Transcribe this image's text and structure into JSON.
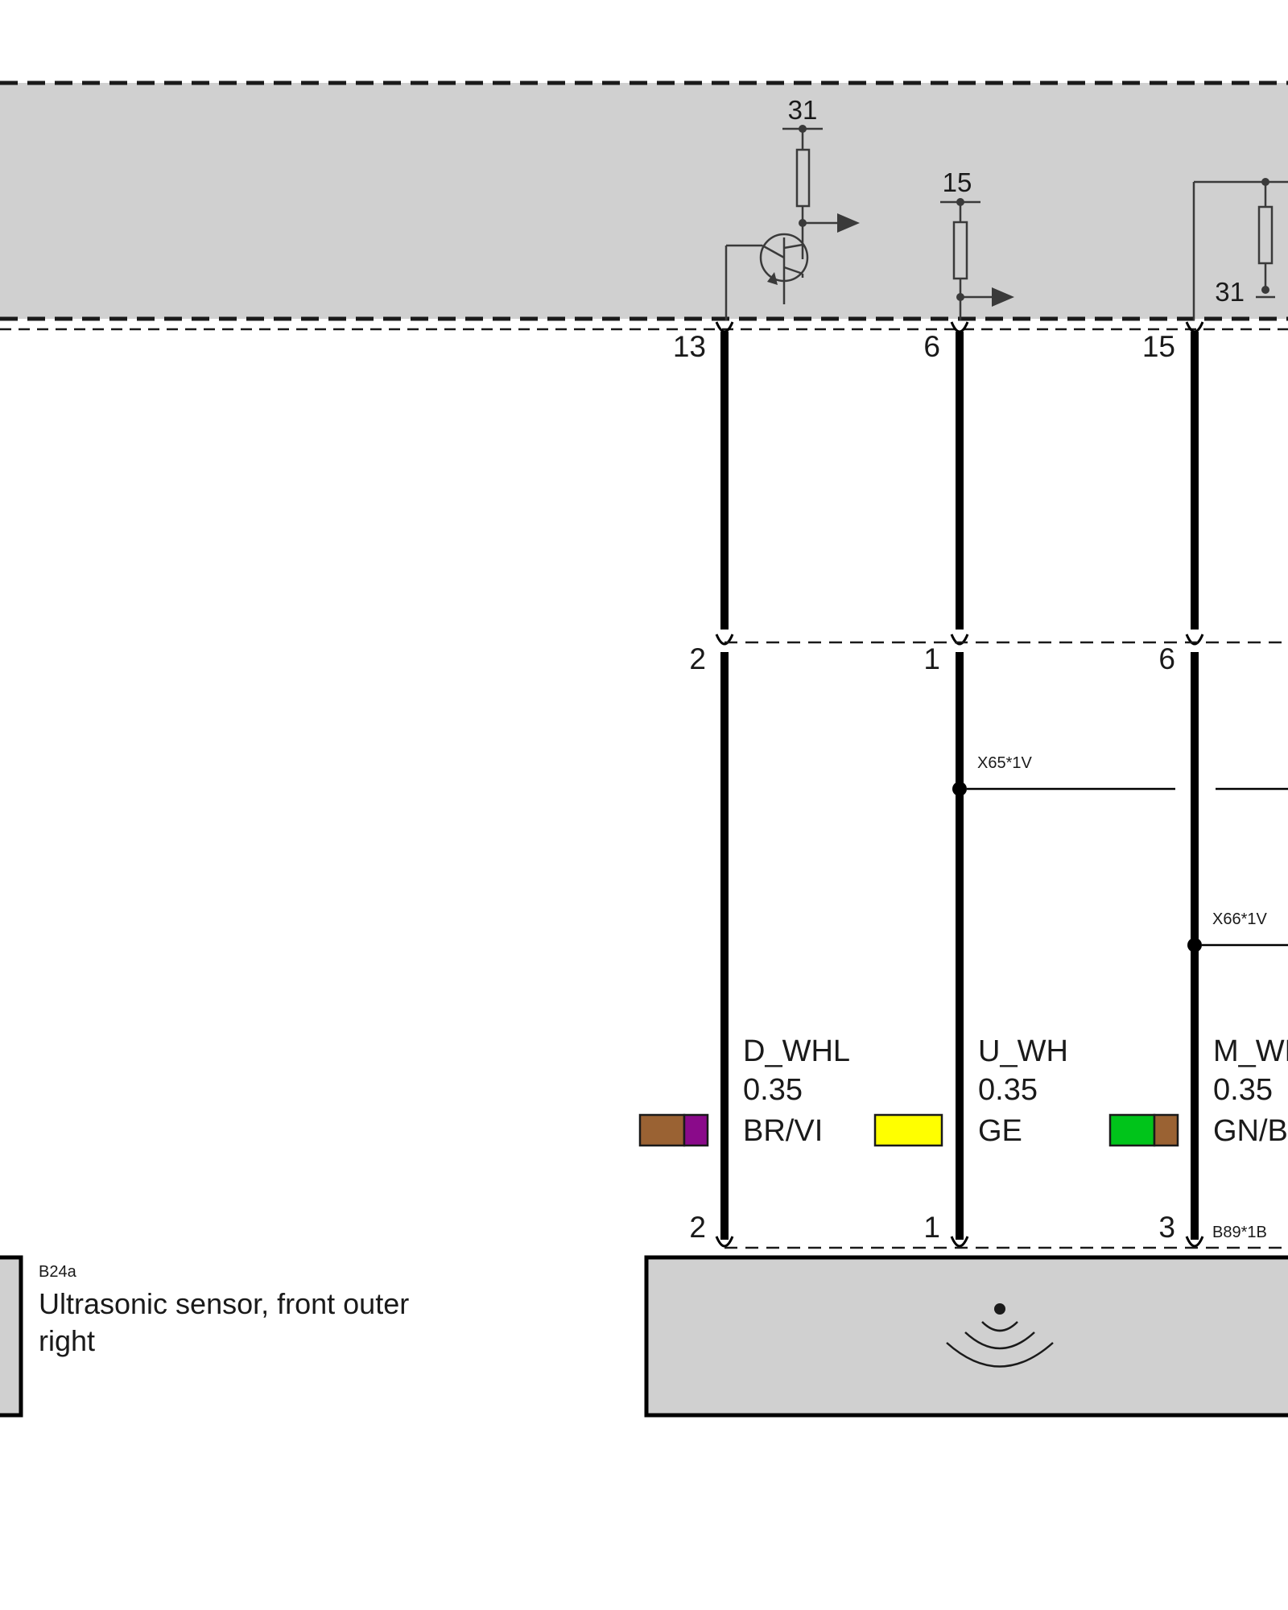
{
  "control_unit": {
    "supply_labels": {
      "transistor_ground": "31",
      "pullup_supply": "15",
      "right_top_ground": "31"
    },
    "pins": {
      "pin_a": "13",
      "pin_b": "6",
      "pin_c": "15"
    }
  },
  "connector_mid": {
    "pins": {
      "pin_a": "2",
      "pin_b": "1",
      "pin_c": "6"
    }
  },
  "splices": {
    "a": "X65*1V",
    "b": "X66*1V"
  },
  "wires": [
    {
      "signal": "D_WHL",
      "cross_section": "0.35",
      "color_code": "BR/VI",
      "colors": [
        "#9a6233",
        "#8a0a8a"
      ]
    },
    {
      "signal": "U_WH",
      "cross_section": "0.35",
      "color_code": "GE",
      "colors": [
        "#ffff00"
      ]
    },
    {
      "signal": "M_WH",
      "cross_section": "0.35",
      "color_code": "GN/BR",
      "colors": [
        "#00c41a",
        "#9a6233"
      ]
    }
  ],
  "sensor": {
    "id": "B24a",
    "name_line1": "Ultrasonic sensor, front outer",
    "name_line2": "right",
    "connector_id": "B89*1B",
    "pins": {
      "pin_a": "2",
      "pin_b": "1",
      "pin_c": "3"
    }
  },
  "colors": {
    "module_fill": "#d0d0d0",
    "line": "#1a1a1a",
    "symbol": "#3a3a3a"
  }
}
